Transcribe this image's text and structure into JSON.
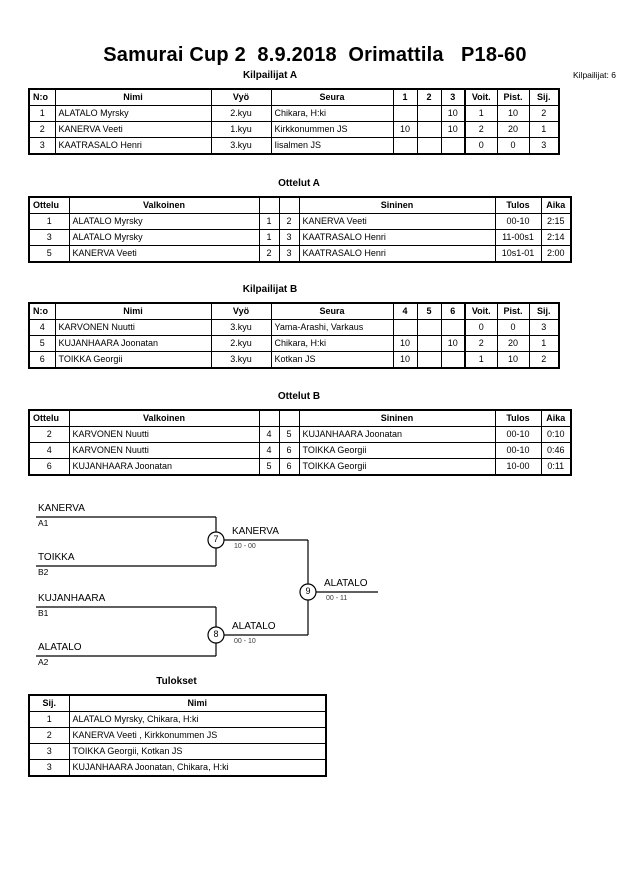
{
  "header": {
    "title": "Samurai Cup 2  8.9.2018  Orimattila   P18-60",
    "entrants_label": "Kilpailijat: 6"
  },
  "pool_a": {
    "caption": "Kilpailijat A",
    "columns": [
      "N:o",
      "Nimi",
      "Vyö",
      "Seura",
      "1",
      "2",
      "3",
      "Voit.",
      "Pist.",
      "Sij."
    ],
    "rows": [
      {
        "no": "1",
        "name": "ALATALO Myrsky",
        "belt": "2.kyu",
        "club": "Chikara, H:ki",
        "m1": "",
        "m2": "",
        "m3": "10",
        "wins": "1",
        "points": "10",
        "rank": "2"
      },
      {
        "no": "2",
        "name": "KANERVA Veeti",
        "belt": "1.kyu",
        "club": "Kirkkonummen JS",
        "m1": "10",
        "m2": "",
        "m3": "10",
        "wins": "2",
        "points": "20",
        "rank": "1"
      },
      {
        "no": "3",
        "name": "KAATRASALO Henri",
        "belt": "3.kyu",
        "club": "Iisalmen JS",
        "m1": "",
        "m2": "",
        "m3": "",
        "wins": "0",
        "points": "0",
        "rank": "3"
      }
    ]
  },
  "matches_a": {
    "caption": "Ottelut A",
    "columns": [
      "Ottelu",
      "Valkoinen",
      "",
      "",
      "Sininen",
      "Tulos",
      "Aika"
    ],
    "rows": [
      {
        "no": "1",
        "white": "ALATALO Myrsky",
        "wn": "1",
        "bn": "2",
        "blue": "KANERVA Veeti",
        "result": "00-10",
        "time": "2:15"
      },
      {
        "no": "3",
        "white": "ALATALO Myrsky",
        "wn": "1",
        "bn": "3",
        "blue": "KAATRASALO Henri",
        "result": "11-00s1",
        "time": "2:14"
      },
      {
        "no": "5",
        "white": "KANERVA Veeti",
        "wn": "2",
        "bn": "3",
        "blue": "KAATRASALO Henri",
        "result": "10s1-01",
        "time": "2:00"
      }
    ]
  },
  "pool_b": {
    "caption": "Kilpailijat B",
    "columns": [
      "N:o",
      "Nimi",
      "Vyö",
      "Seura",
      "4",
      "5",
      "6",
      "Voit.",
      "Pist.",
      "Sij."
    ],
    "rows": [
      {
        "no": "4",
        "name": "KARVONEN Nuutti",
        "belt": "3.kyu",
        "club": "Yama-Arashi, Varkaus",
        "m1": "",
        "m2": "",
        "m3": "",
        "wins": "0",
        "points": "0",
        "rank": "3"
      },
      {
        "no": "5",
        "name": "KUJANHAARA Joonatan",
        "belt": "2.kyu",
        "club": "Chikara, H:ki",
        "m1": "10",
        "m2": "",
        "m3": "10",
        "wins": "2",
        "points": "20",
        "rank": "1"
      },
      {
        "no": "6",
        "name": "TOIKKA Georgii",
        "belt": "3.kyu",
        "club": "Kotkan JS",
        "m1": "10",
        "m2": "",
        "m3": "",
        "wins": "1",
        "points": "10",
        "rank": "2"
      }
    ]
  },
  "matches_b": {
    "caption": "Ottelut B",
    "columns": [
      "Ottelu",
      "Valkoinen",
      "",
      "",
      "Sininen",
      "Tulos",
      "Aika"
    ],
    "rows": [
      {
        "no": "2",
        "white": "KARVONEN Nuutti",
        "wn": "4",
        "bn": "5",
        "blue": "KUJANHAARA Joonatan",
        "result": "00-10",
        "time": "0:10"
      },
      {
        "no": "4",
        "white": "KARVONEN Nuutti",
        "wn": "4",
        "bn": "6",
        "blue": "TOIKKA Georgii",
        "result": "00-10",
        "time": "0:46"
      },
      {
        "no": "6",
        "white": "KUJANHAARA Joonatan",
        "wn": "5",
        "bn": "6",
        "blue": "TOIKKA Georgii",
        "result": "10-00",
        "time": "0:11"
      }
    ]
  },
  "bracket": {
    "seeds": [
      {
        "name": "KANERVA",
        "seed": "A1"
      },
      {
        "name": "TOIKKA",
        "seed": "B2"
      },
      {
        "name": "KUJANHAARA",
        "seed": "B1"
      },
      {
        "name": "ALATALO",
        "seed": "A2"
      }
    ],
    "nodes": [
      {
        "num": "7",
        "winner": "KANERVA",
        "score": "10 - 00"
      },
      {
        "num": "8",
        "winner": "ALATALO",
        "score": "00 - 10"
      },
      {
        "num": "9",
        "winner": "ALATALO",
        "score": "00 - 11"
      }
    ]
  },
  "results": {
    "caption": "Tulokset",
    "columns": [
      "Sij.",
      "Nimi"
    ],
    "rows": [
      {
        "rank": "1",
        "name": "ALATALO Myrsky, Chikara, H:ki"
      },
      {
        "rank": "2",
        "name": "KANERVA Veeti , Kirkkonummen JS"
      },
      {
        "rank": "3",
        "name": "TOIKKA Georgii, Kotkan JS"
      },
      {
        "rank": "3",
        "name": "KUJANHAARA Joonatan, Chikara, H:ki"
      }
    ]
  }
}
